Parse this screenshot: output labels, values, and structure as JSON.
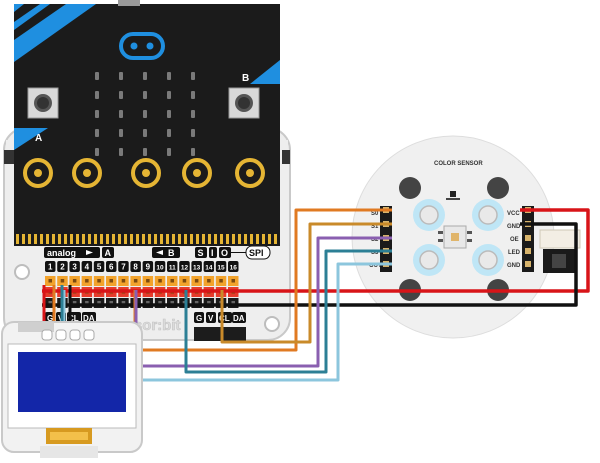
{
  "microbit": {
    "button_a": "A",
    "button_b": "B"
  },
  "expansion_board": {
    "group_analog": "analog",
    "group_a": "A",
    "group_b": "B",
    "group_s": "S",
    "group_i": "I",
    "group_o": "O",
    "group_spi": "SPI",
    "pins": [
      "1",
      "2",
      "3",
      "4",
      "5",
      "6",
      "7",
      "8",
      "9",
      "10",
      "11",
      "12",
      "13",
      "14",
      "15",
      "16"
    ],
    "i2c_left": [
      "G",
      "V",
      "CL",
      "DA"
    ],
    "i2c_right": [
      "G",
      "V",
      "CL",
      "DA"
    ],
    "brand": "sensor:bit"
  },
  "color_sensor": {
    "title": "COLOR SENSOR",
    "left_pins": [
      "S0",
      "S1",
      "S2",
      "S3",
      "OUT"
    ],
    "right_pins": [
      "VCC",
      "GND",
      "OE",
      "LED",
      "GND"
    ]
  },
  "colors": {
    "wire_black": "#111111",
    "wire_red": "#d81418",
    "wire_orange": "#e07a22",
    "wire_brown": "#c98a2a",
    "wire_purple": "#8a5fb0",
    "wire_teal": "#2c7f95",
    "wire_lightblue": "#8cc6dd",
    "microbit_body": "#1b1b1b",
    "microbit_accent": "#1f8fe0",
    "oled_screen": "#1326a8"
  }
}
